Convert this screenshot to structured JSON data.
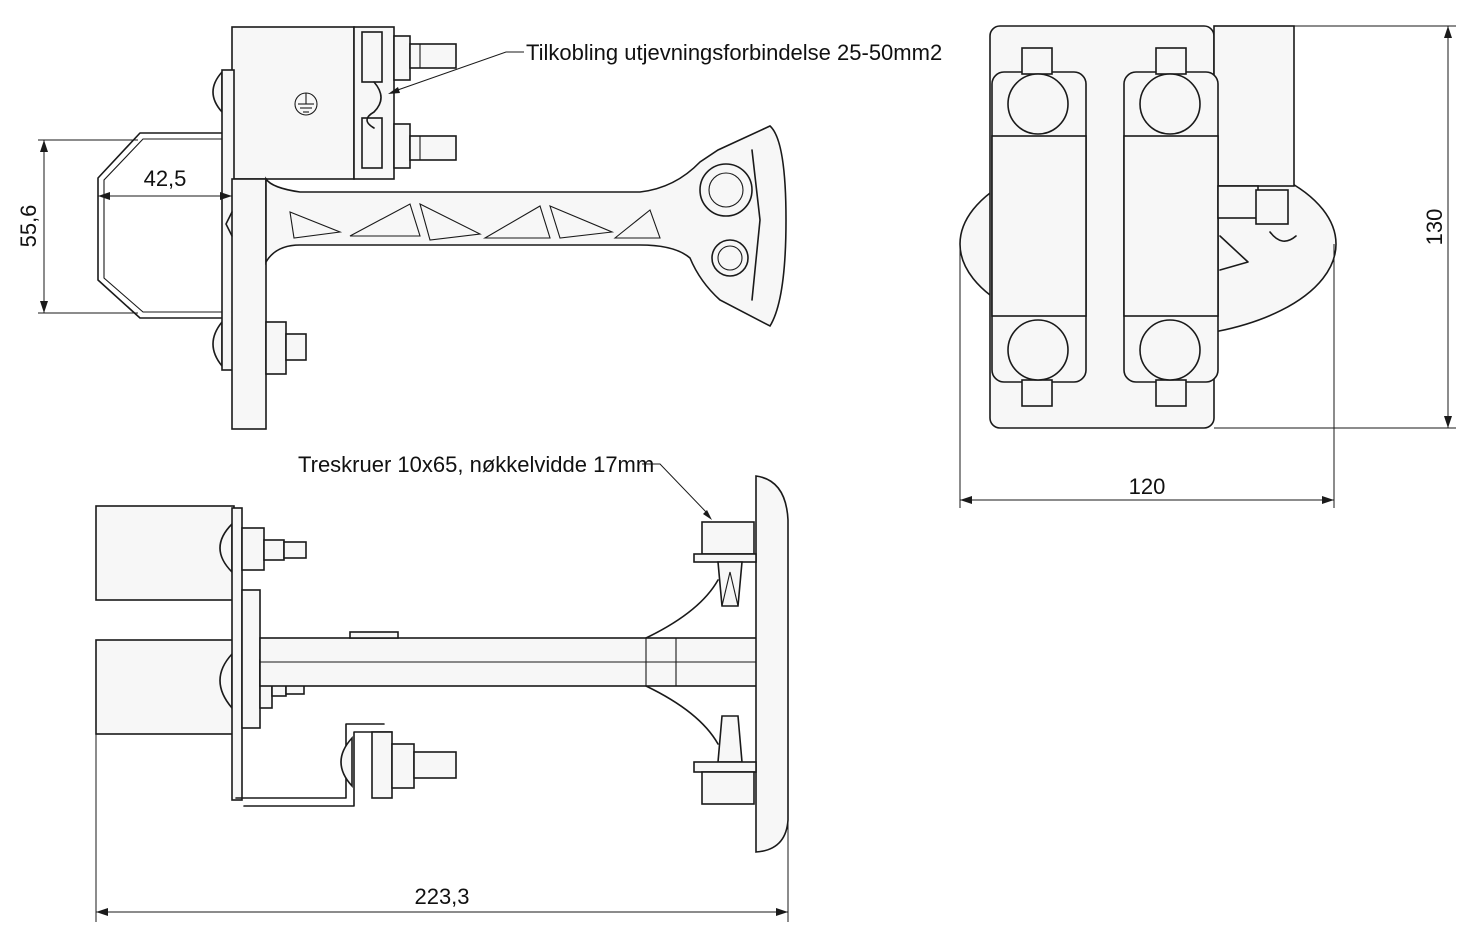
{
  "annotations": {
    "equipotential_label": "Tilkobling utjevningsforbindelse 25-50mm2",
    "screws_label": "Treskruer 10x65, nøkkelvidde 17mm"
  },
  "dimensions": {
    "side_width": "42,5",
    "side_height": "55,6",
    "total_length": "223,3",
    "plate_width": "120",
    "plate_height": "130"
  },
  "colors": {
    "line": "#1a1a1a",
    "background": "#ffffff",
    "part_fill": "#f7f7f7"
  }
}
